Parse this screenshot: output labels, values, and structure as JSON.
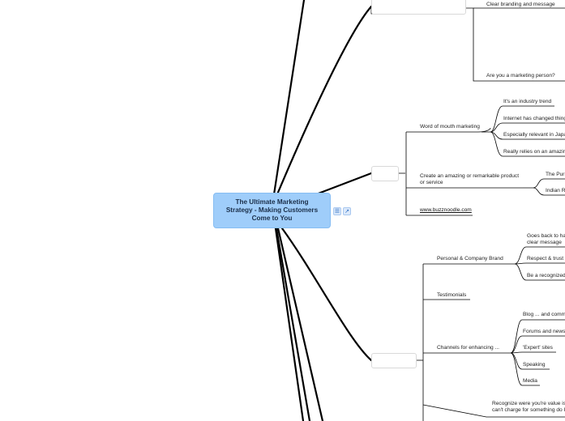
{
  "central_topic": "The Ultimate Marketing Strategy - Making Customers Come to You",
  "icons": {
    "outline": "list-icon",
    "open": "external-link-icon"
  },
  "branch_top": {
    "items": [
      "Clear branding and message",
      "Are you a marketing person?"
    ]
  },
  "branch_buzz": {
    "word_of_mouth": "Word of mouth marketing",
    "word_of_mouth_items": [
      "It's an industry trend",
      "Internet has changed things",
      "Especially relevant in Japan",
      "Really relies on an amazing"
    ],
    "create_amazing": "Create an amazing or remarkable product or service",
    "create_amazing_items": [
      "The Pur",
      "Indian R"
    ],
    "link": "www.buzznoodle.com"
  },
  "branch_trust": {
    "personal_brand": "Personal & Company Brand",
    "personal_brand_items": [
      "Goes back to having a clear message",
      "Respect & trust",
      "Be a recognized"
    ],
    "testimonials": "Testimonials",
    "channels": "Channels for enhancing ...",
    "channels_items": [
      "Blog ... and comm",
      "Forums and news",
      "'Expert' sites",
      "Speaking",
      "Media"
    ],
    "recognize": "Recognize were you're value is; can't charge for something do I"
  }
}
